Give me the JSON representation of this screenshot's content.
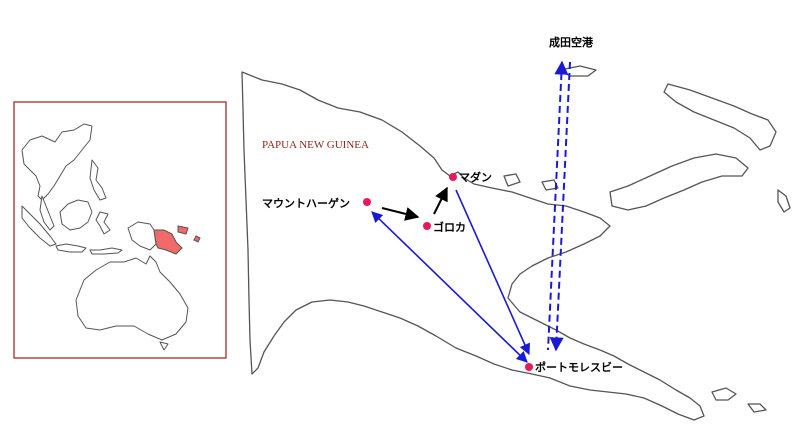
{
  "map": {
    "country_label": "PAPUA NEW GUINEA",
    "colors": {
      "inset_border": "#9b1c1c",
      "highlight_country": "#f06a6a",
      "city_marker": "#e8185a",
      "route_blue": "#1a1ad6",
      "route_black": "#000000",
      "country_label": "#8b2a1a"
    },
    "cities": [
      {
        "id": "mount_hagen",
        "label": "マウントハーゲン"
      },
      {
        "id": "goroka",
        "label": "ゴロカ"
      },
      {
        "id": "madang",
        "label": "マダン"
      },
      {
        "id": "port_moresby",
        "label": "ポートモレスビー"
      }
    ],
    "airport": {
      "label": "成田空港"
    },
    "routes": [
      {
        "from": "成田空港",
        "to": "ポートモレスビー",
        "style": "dashed",
        "color": "#1a1ad6"
      },
      {
        "from": "ポートモレスビー",
        "to": "マウントハーゲン",
        "style": "solid",
        "color": "#1a1ad6"
      },
      {
        "from": "マウントハーゲン",
        "to": "ゴロカ",
        "style": "solid",
        "color": "#000000"
      },
      {
        "from": "ゴロカ",
        "to": "マダン",
        "style": "solid",
        "color": "#000000"
      },
      {
        "from": "マダン",
        "to": "ポートモレスビー",
        "style": "solid",
        "color": "#1a1ad6"
      }
    ]
  }
}
